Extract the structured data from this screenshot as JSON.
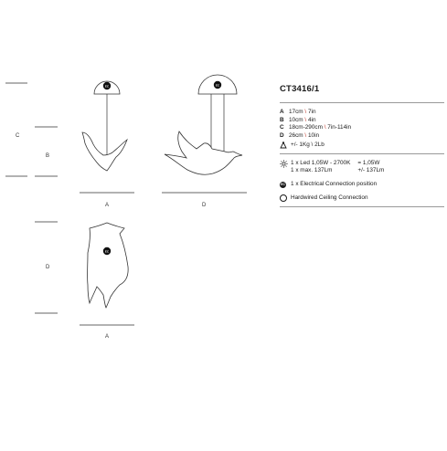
{
  "drawings": {
    "dimension_labels": {
      "c": "C",
      "b": "B",
      "a_top": "A",
      "d_top": "D",
      "d_bottom": "D",
      "a_bottom": "A"
    },
    "ec_badge": "EC"
  },
  "spec": {
    "model": "CT3416/1",
    "dimensions": [
      {
        "key": "A",
        "metric": "17cm",
        "sep": "\\",
        "imperial": "7in"
      },
      {
        "key": "B",
        "metric": "10cm",
        "sep": "\\",
        "imperial": "4in"
      },
      {
        "key": "C",
        "metric": "18cm-290cm",
        "sep": "\\",
        "imperial": "7in-114in"
      },
      {
        "key": "D",
        "metric": "26cm",
        "sep": "\\",
        "imperial": "10in"
      }
    ],
    "weight": "+/- 1Kg \\ 2Lb",
    "light": {
      "line1": "1 x Led 1,05W - 2700K",
      "line2": "1 x max. 137Lm",
      "eq1": "= 1,05W",
      "eq2": "+/- 137Lm"
    },
    "electrical": "1 x Electrical Connection position",
    "hardwired": "Hardwired Ceiling Connection"
  },
  "icons": [
    "weight-icon",
    "led-sun-icon",
    "ec-badge-icon",
    "hardwired-circle-icon"
  ],
  "colors": {
    "accent_red": "#c0392b",
    "line": "#1a1a1a",
    "rule": "#999999"
  }
}
